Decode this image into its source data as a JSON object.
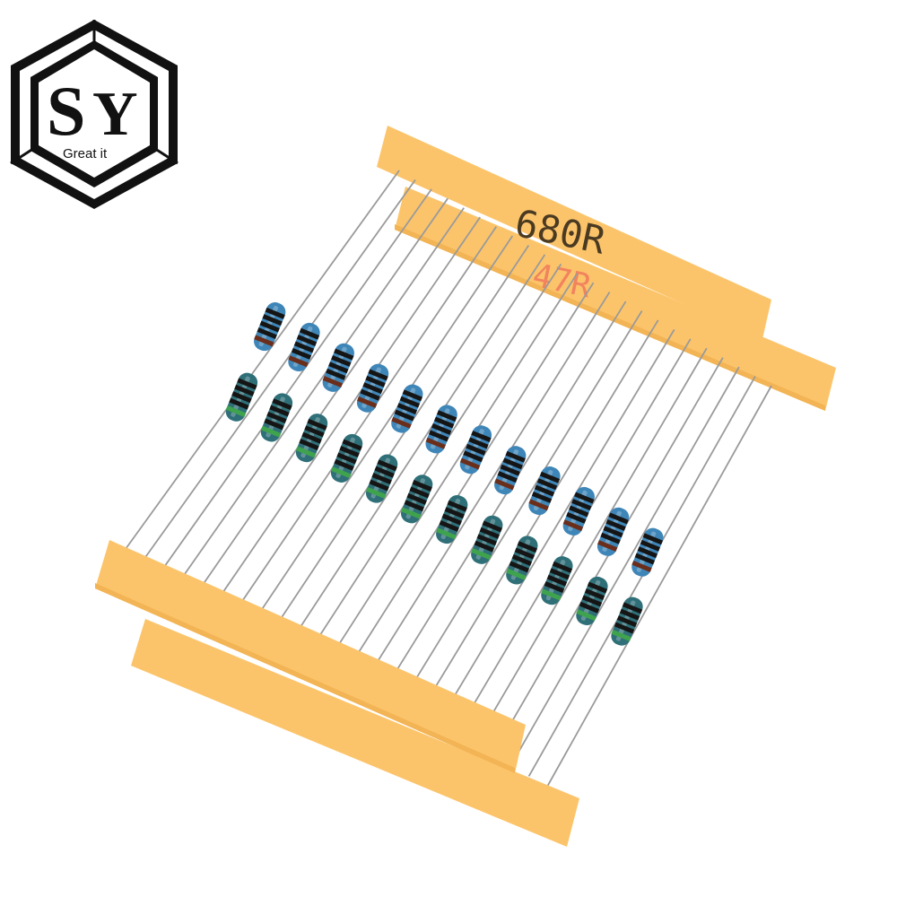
{
  "logo": {
    "letter_s": "S",
    "letter_y": "Y",
    "tagline": "Great it",
    "colors": {
      "frame": "#111111",
      "background": "#ffffff"
    }
  },
  "tape": {
    "label_top": "680R",
    "label_second": "47R",
    "colors": {
      "tape": "#fcc46a",
      "tape_shadow": "#f2b455",
      "label_dark": "#4a3a22",
      "label_red": "#ee6e5a"
    }
  },
  "resistors": {
    "count": 24,
    "colors": {
      "body": "#3f86b8",
      "body_light": "#5fb0e2",
      "body_teal": "#2f6f78",
      "lead": "#9a9a9a",
      "band_black": "#151515",
      "band_brown": "#6b2e1b",
      "band_green": "#3fa34d"
    }
  }
}
